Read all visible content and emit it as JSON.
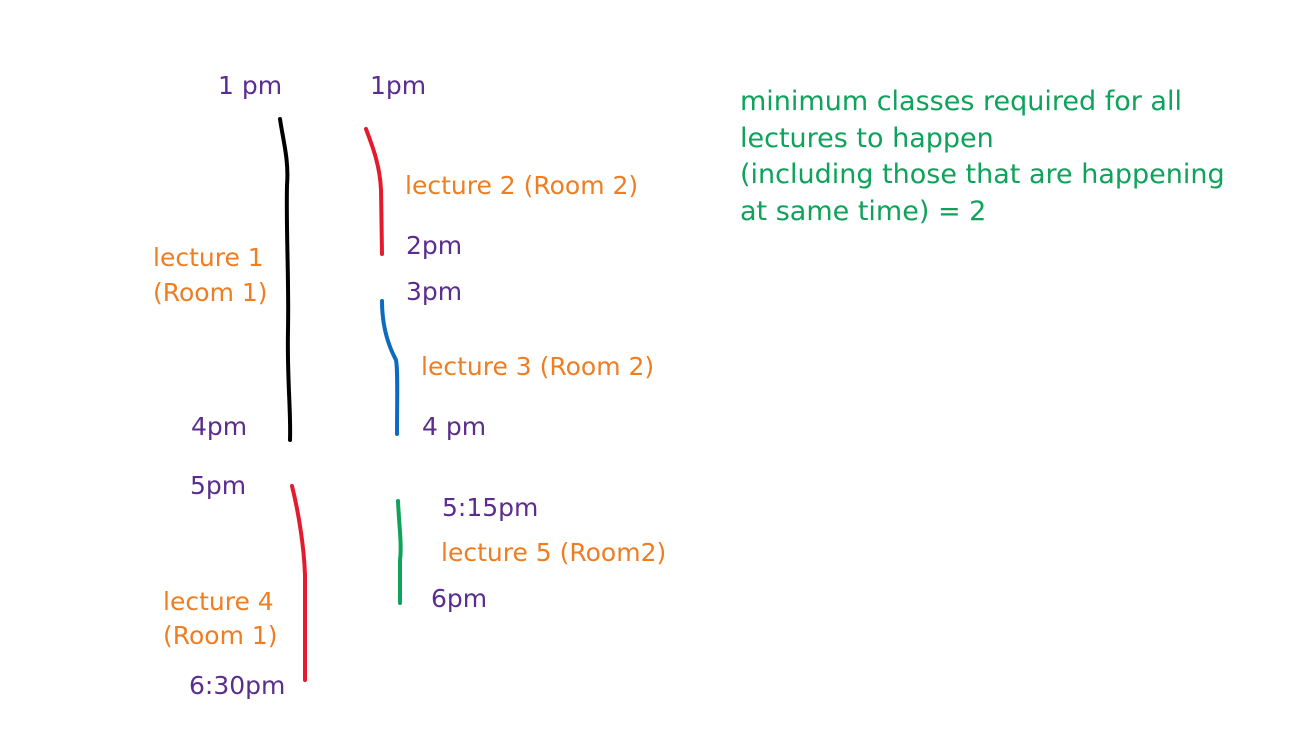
{
  "times": {
    "t1_left": "1 pm",
    "t1_right": "1pm",
    "t2": "2pm",
    "t3": "3pm",
    "t4_left": "4pm",
    "t4_right": "4 pm",
    "t5": "5pm",
    "t515": "5:15pm",
    "t6": "6pm",
    "t630": "6:30pm"
  },
  "lectures": {
    "l1_line1": "lecture 1",
    "l1_line2": "(Room 1)",
    "l2": "lecture 2 (Room  2)",
    "l3": "lecture 3 (Room 2)",
    "l4_line1": "lecture 4",
    "l4_line2": "(Room 1)",
    "l5": "lecture 5 (Room2)"
  },
  "note": {
    "lines": [
      "minimum classes required for all",
      "lectures to happen",
      "(including those that are happening",
      "at same time) = 2"
    ]
  },
  "colors": {
    "time_text": "#5b2d8e",
    "lecture_text": "#ef7d22",
    "note_text": "#0ea25b",
    "lecture1_stroke": "#000000",
    "lecture2_stroke": "#e41b2c",
    "lecture3_stroke": "#0d6bbf",
    "lecture4_stroke": "#e41b2c",
    "lecture5_stroke": "#0ea25b"
  }
}
